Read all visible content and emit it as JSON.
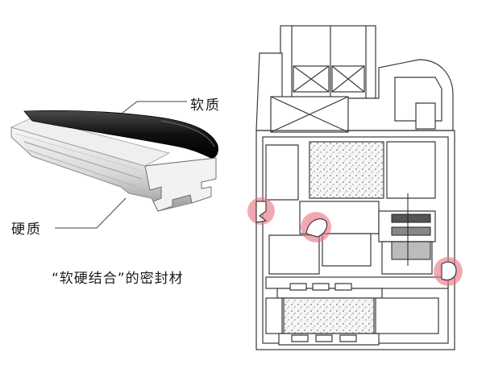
{
  "labels": {
    "soft": "软质",
    "hard": "硬质",
    "caption": "“软硬结合”的密封材"
  },
  "colors": {
    "seal_soft": "#1c1c1c",
    "seal_hard": "#e6e6e6",
    "profile_line": "#3a3a3a",
    "foam_fill": "#f4f4f4",
    "highlight": "#e56b7a"
  }
}
